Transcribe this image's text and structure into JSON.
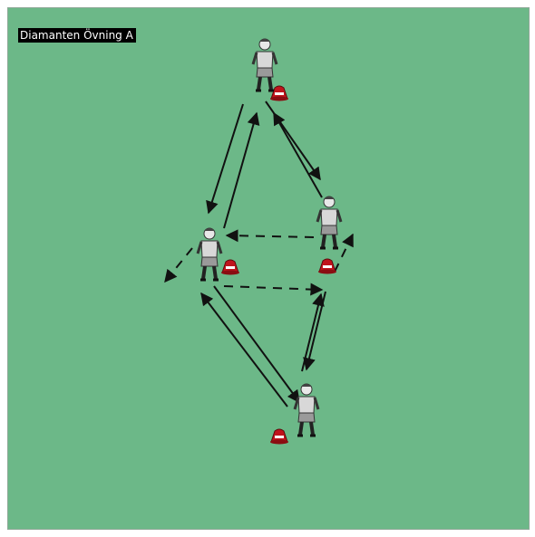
{
  "title": "Diamanten Övning A",
  "colors": {
    "pitch": "#6cb888",
    "arrow": "#111111",
    "cone": "#c0141c",
    "jersey": "#d8d8d8",
    "shorts": "#9a9a9a"
  },
  "elements": {
    "players": [
      "player-top",
      "player-right",
      "player-left",
      "player-bottom"
    ],
    "cones": [
      "cone-top",
      "cone-left",
      "cone-right",
      "cone-bottom"
    ]
  }
}
